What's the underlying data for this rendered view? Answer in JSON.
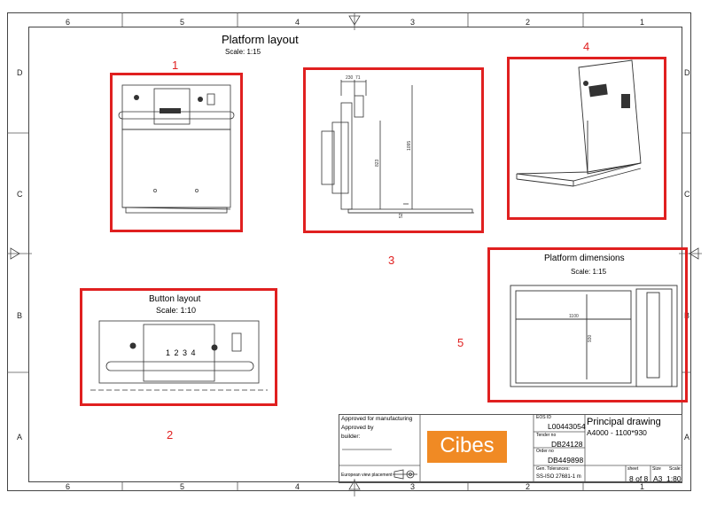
{
  "border": {
    "top_zones": [
      "6",
      "5",
      "4",
      "3",
      "2",
      "1"
    ],
    "bottom_zones": [
      "6",
      "5",
      "4",
      "3",
      "2",
      "1"
    ],
    "left_zones": [
      "D",
      "C",
      "B",
      "A"
    ],
    "right_zones": [
      "D",
      "C",
      "B",
      "A"
    ]
  },
  "views": {
    "platform_layout": {
      "title": "Platform layout",
      "scale": "Scale: 1:15"
    },
    "button_layout": {
      "title": "Button layout",
      "scale": "Scale: 1:10",
      "numbers": "1 2 3 4"
    },
    "platform_dimensions": {
      "title": "Platform dimensions",
      "scale": "Scale: 1:15",
      "dim_width": "1100",
      "dim_depth": "930"
    },
    "side_view": {
      "dims": [
        "230",
        "71",
        "1095",
        "823",
        "52"
      ]
    }
  },
  "annotations": [
    "1",
    "2",
    "3",
    "4",
    "5"
  ],
  "colors": {
    "annotation": "#e02020",
    "brand": "#f08a24"
  },
  "title_block": {
    "approved_manufacturing": "Approved for manufacturing",
    "approved_by": "Approved by",
    "builder": "builder:",
    "european_view": "European view placement",
    "logo": "Cibes",
    "eos_id_label": "EOS ID",
    "eos_id": "L00443054",
    "tender_label": "Tender no",
    "tender": "DB24128",
    "order_label": "Order no",
    "order": "DB449898",
    "tolerance_label": "Gen. Tolerances:",
    "tolerance": "SS-ISO 27681-1 m",
    "drawing_title": "Principal drawing",
    "model": "A4000 - 1100*930",
    "sheet_label": "sheet",
    "sheet": "8 of 8",
    "size_label": "Size",
    "size": "A3",
    "scale_label": "Scale:",
    "scale": "1:80"
  }
}
